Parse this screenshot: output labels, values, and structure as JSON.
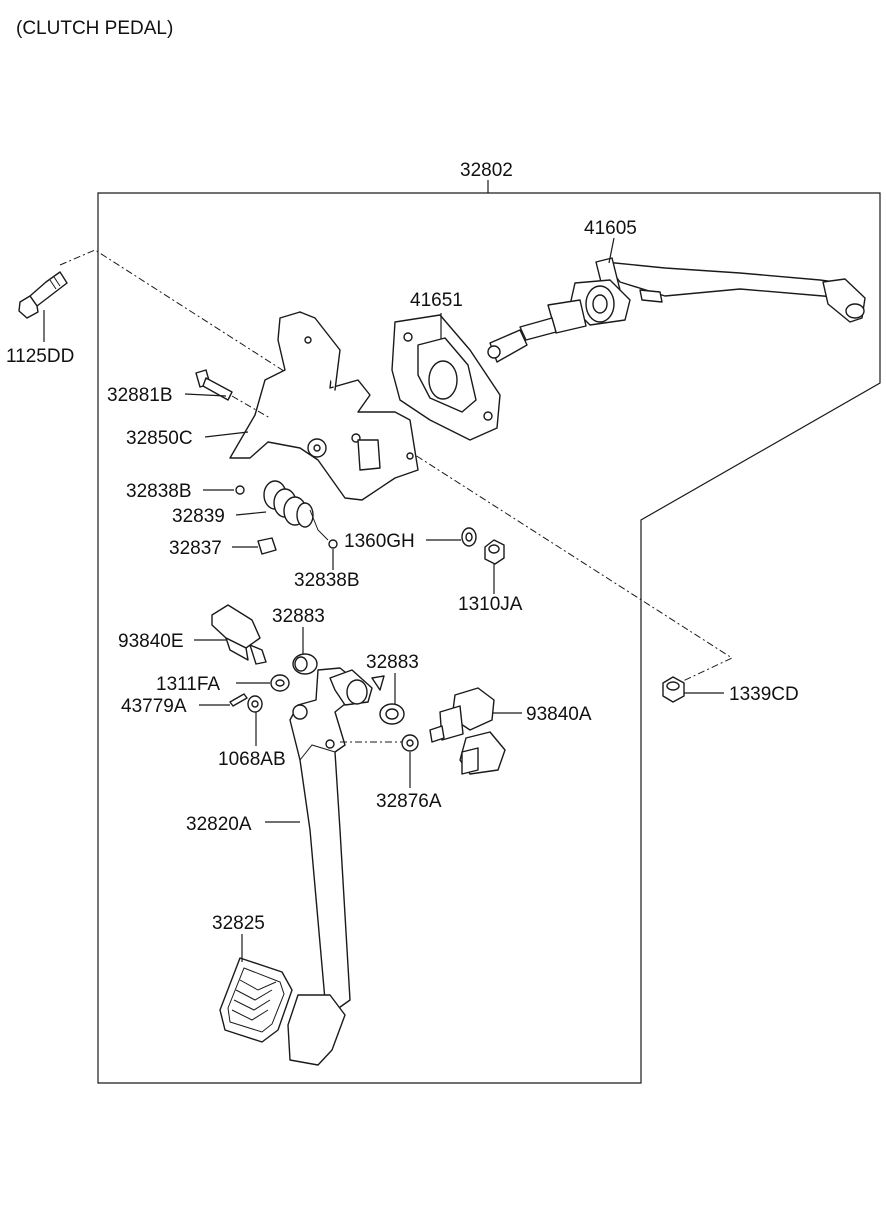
{
  "title": "(CLUTCH PEDAL)",
  "labels": {
    "assembly": "32802",
    "bolt_top": "1125DD",
    "master_cylinder": "41605",
    "gasket": "41651",
    "bolt": "32881B",
    "bracket": "32850C",
    "bushing_small": "32838B",
    "spring": "32839",
    "spring_clip": "32837",
    "bushing_small_2": "32838B",
    "washer": "1360GH",
    "nut": "1310JA",
    "switch_left": "93840E",
    "bush_a": "32883",
    "bush_b": "32883",
    "nut_f": "1311FA",
    "pin": "43779A",
    "washer_ab": "1068AB",
    "switch_right": "93840A",
    "washer_a": "32876A",
    "pedal_arm": "32820A",
    "pedal_pad": "32825",
    "nut_cd": "1339CD"
  }
}
